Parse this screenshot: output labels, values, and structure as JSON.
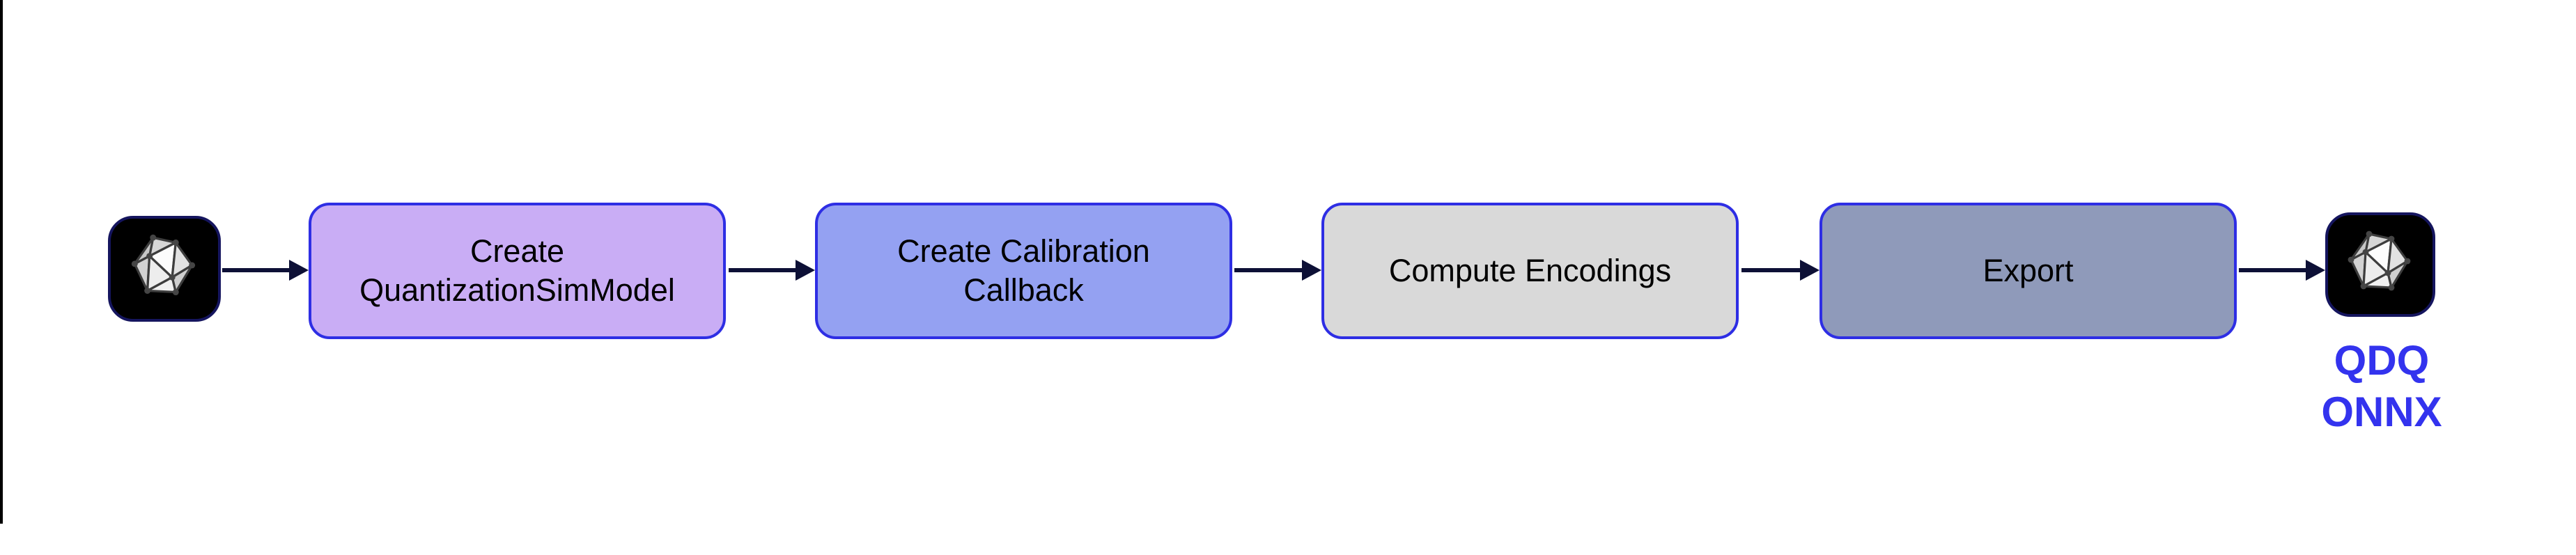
{
  "diagram": {
    "input_icon": {
      "name": "model-icosahedron-icon"
    },
    "steps": [
      {
        "label": "Create\nQuantizationSimModel",
        "fill": "#c9adf5"
      },
      {
        "label": "Create Calibration\nCallback",
        "fill": "#94a1f2"
      },
      {
        "label": "Compute Encodings",
        "fill": "#d9d9d9"
      },
      {
        "label": "Export",
        "fill": "#8f9aba"
      }
    ],
    "arrows": {
      "count": 5,
      "direction": "left-to-right"
    },
    "output_icon": {
      "name": "model-icosahedron-icon",
      "caption": "QDQ\nONNX"
    }
  },
  "colors": {
    "box_border": "#2e2ee4",
    "arrow": "#0d1036",
    "icon_border": "#15155e",
    "icon_background": "#000000",
    "caption_text": "#3333ee",
    "step_text": "#000000",
    "page_background": "#ffffff"
  }
}
